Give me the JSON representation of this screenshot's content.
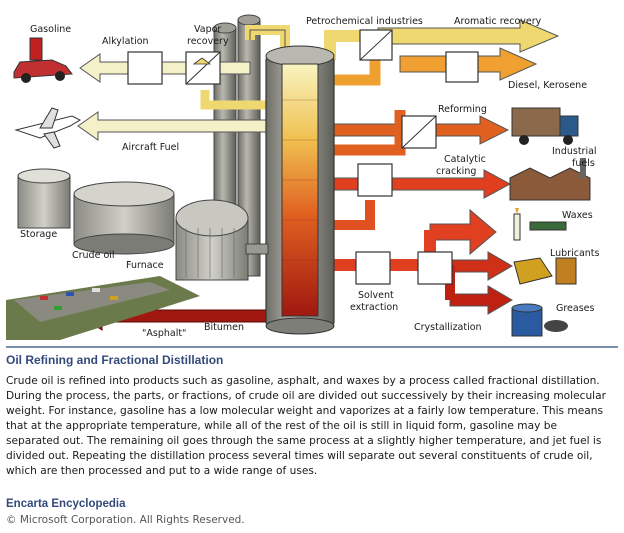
{
  "diagram": {
    "labels": {
      "gasoline": "Gasoline",
      "alkylation": "Alkylation",
      "vapor_recovery_1": "Vapor",
      "vapor_recovery_2": "recovery",
      "petrochemical": "Petrochemical industries",
      "aromatic_recovery": "Aromatic recovery",
      "diesel_kerosene": "Diesel, Kerosene",
      "reforming": "Reforming",
      "aircraft_fuel": "Aircraft Fuel",
      "industrial_fuels_1": "Industrial",
      "industrial_fuels_2": "fuels",
      "catalytic_1": "Catalytic",
      "catalytic_2": "cracking",
      "waxes": "Waxes",
      "storage": "Storage",
      "crude_oil": "Crude oil",
      "furnace": "Furnace",
      "lubricants": "Lubricants",
      "greases": "Greases",
      "solvent_1": "Solvent",
      "solvent_2": "extraction",
      "asphalt": "\"Asphalt\"",
      "bitumen": "Bitumen",
      "crystallization": "Crystallization"
    }
  },
  "caption": {
    "title": "Oil Refining and Fractional Distillation",
    "body": "Crude oil is refined into products such as gasoline, asphalt, and waxes by a process called fractional distillation. During the process, the parts, or fractions, of crude oil are divided out successively by their increasing molecular weight. For instance, gasoline has a low molecular weight and vaporizes at a fairly low temperature. This means that at the appropriate temperature, while all of the rest of the oil is still in liquid form, gasoline may be separated out. The remaining oil goes through the same process at a slightly higher temperature, and jet fuel is divided out. Repeating the distillation process several times will separate out several constituents of crude oil, which are then processed and put to a wide range of uses."
  },
  "credit": {
    "source": "Encarta Encyclopedia",
    "copyright": "© Microsoft Corporation. All Rights Reserved."
  },
  "colors": {
    "caption_title": "#334a7a",
    "column_body": "#8a8a84",
    "arrow_pale": "#f4f0c8",
    "arrow_yellow": "#f0d870",
    "arrow_orange": "#f0a030",
    "arrow_red": "#e04020",
    "arrow_darkred": "#a01810"
  }
}
